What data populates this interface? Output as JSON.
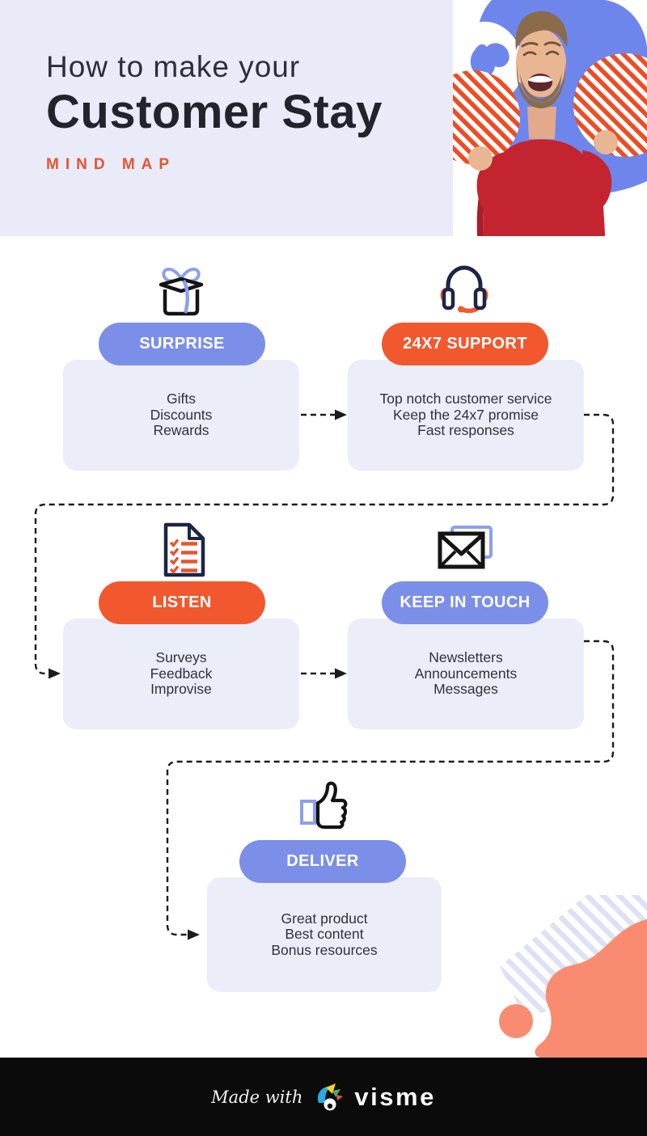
{
  "header": {
    "title_line1": "How to make your",
    "title_line2": "Customer Stay",
    "subtitle": "MIND MAP"
  },
  "nodes": [
    {
      "label": "SURPRISE",
      "color": "#7B8FE8",
      "icon": "gift-icon",
      "items": [
        "Gifts",
        "Discounts",
        "Rewards"
      ]
    },
    {
      "label": "24X7 SUPPORT",
      "color": "#F1582E",
      "icon": "headset-icon",
      "items": [
        "Top notch customer service",
        "Keep the 24x7 promise",
        "Fast responses"
      ]
    },
    {
      "label": "LISTEN",
      "color": "#F1582E",
      "icon": "checklist-icon",
      "items": [
        "Surveys",
        "Feedback",
        "Improvise"
      ]
    },
    {
      "label": "KEEP IN TOUCH",
      "color": "#7B8FE8",
      "icon": "envelope-icon",
      "items": [
        "Newsletters",
        "Announcements",
        "Messages"
      ]
    },
    {
      "label": "DELIVER",
      "color": "#7B8FE8",
      "icon": "thumbs-up-icon",
      "items": [
        "Great product",
        "Best content",
        "Bonus resources"
      ]
    }
  ],
  "flow_order": [
    "SURPRISE",
    "24X7 SUPPORT",
    "LISTEN",
    "KEEP IN TOUCH",
    "DELIVER"
  ],
  "footer": {
    "made_with": "Made with",
    "brand": "visme"
  },
  "colors": {
    "header_bg": "#E9EBF8",
    "card_bg": "#EBEEF9",
    "blue": "#7B8FE8",
    "orange": "#F1582E",
    "accent_text": "#E8532E",
    "navy_icon": "#1D2545",
    "coral_blob": "#F98C70",
    "stripe_lavender": "#DDE1F4",
    "footer_bg": "#0B0B0B",
    "connector": "#1B1B1B"
  }
}
